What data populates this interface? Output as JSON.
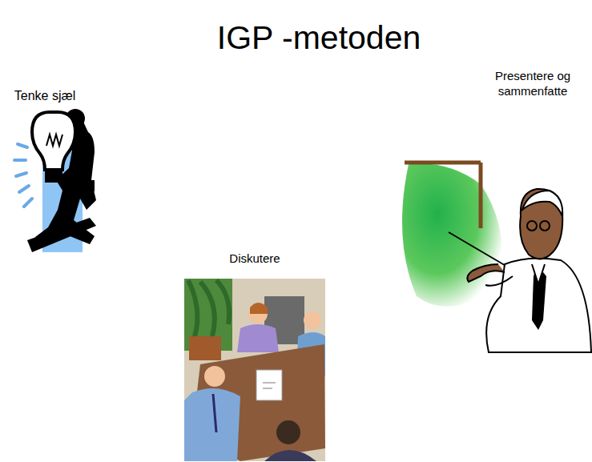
{
  "diagram": {
    "title": "IGP -metoden",
    "labels": [
      "Tenke sjæl",
      "Diskutere",
      "Presentere og sammenfatte"
    ]
  }
}
